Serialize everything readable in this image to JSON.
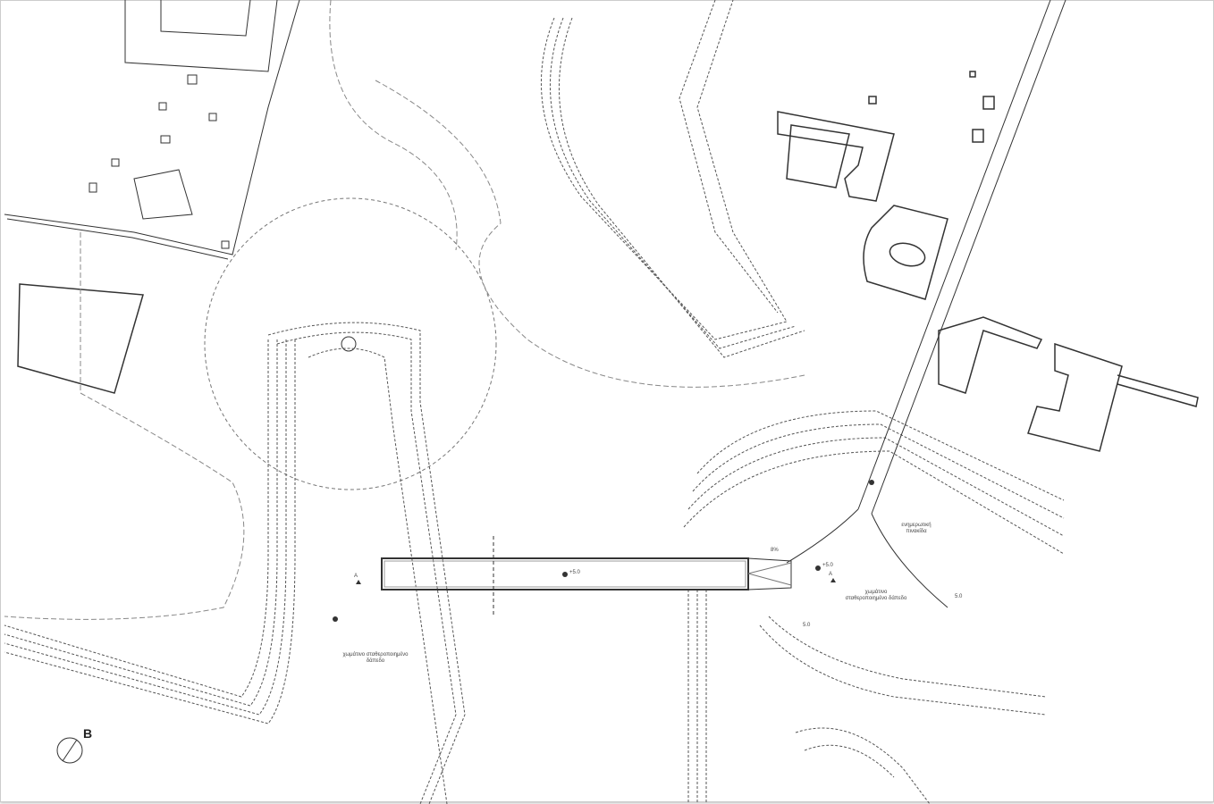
{
  "drawing": {
    "north_label": "B",
    "section_marker": "A",
    "bridge_level": "+5.0",
    "slope": "8%",
    "contour_labels": [
      "5.0",
      "5.0"
    ],
    "surface_note": "χωμάτινο σταθεροποιημένο δάπεδο",
    "sign_note": "ενημερωτική πινακίδα",
    "line_color": "#333333"
  }
}
